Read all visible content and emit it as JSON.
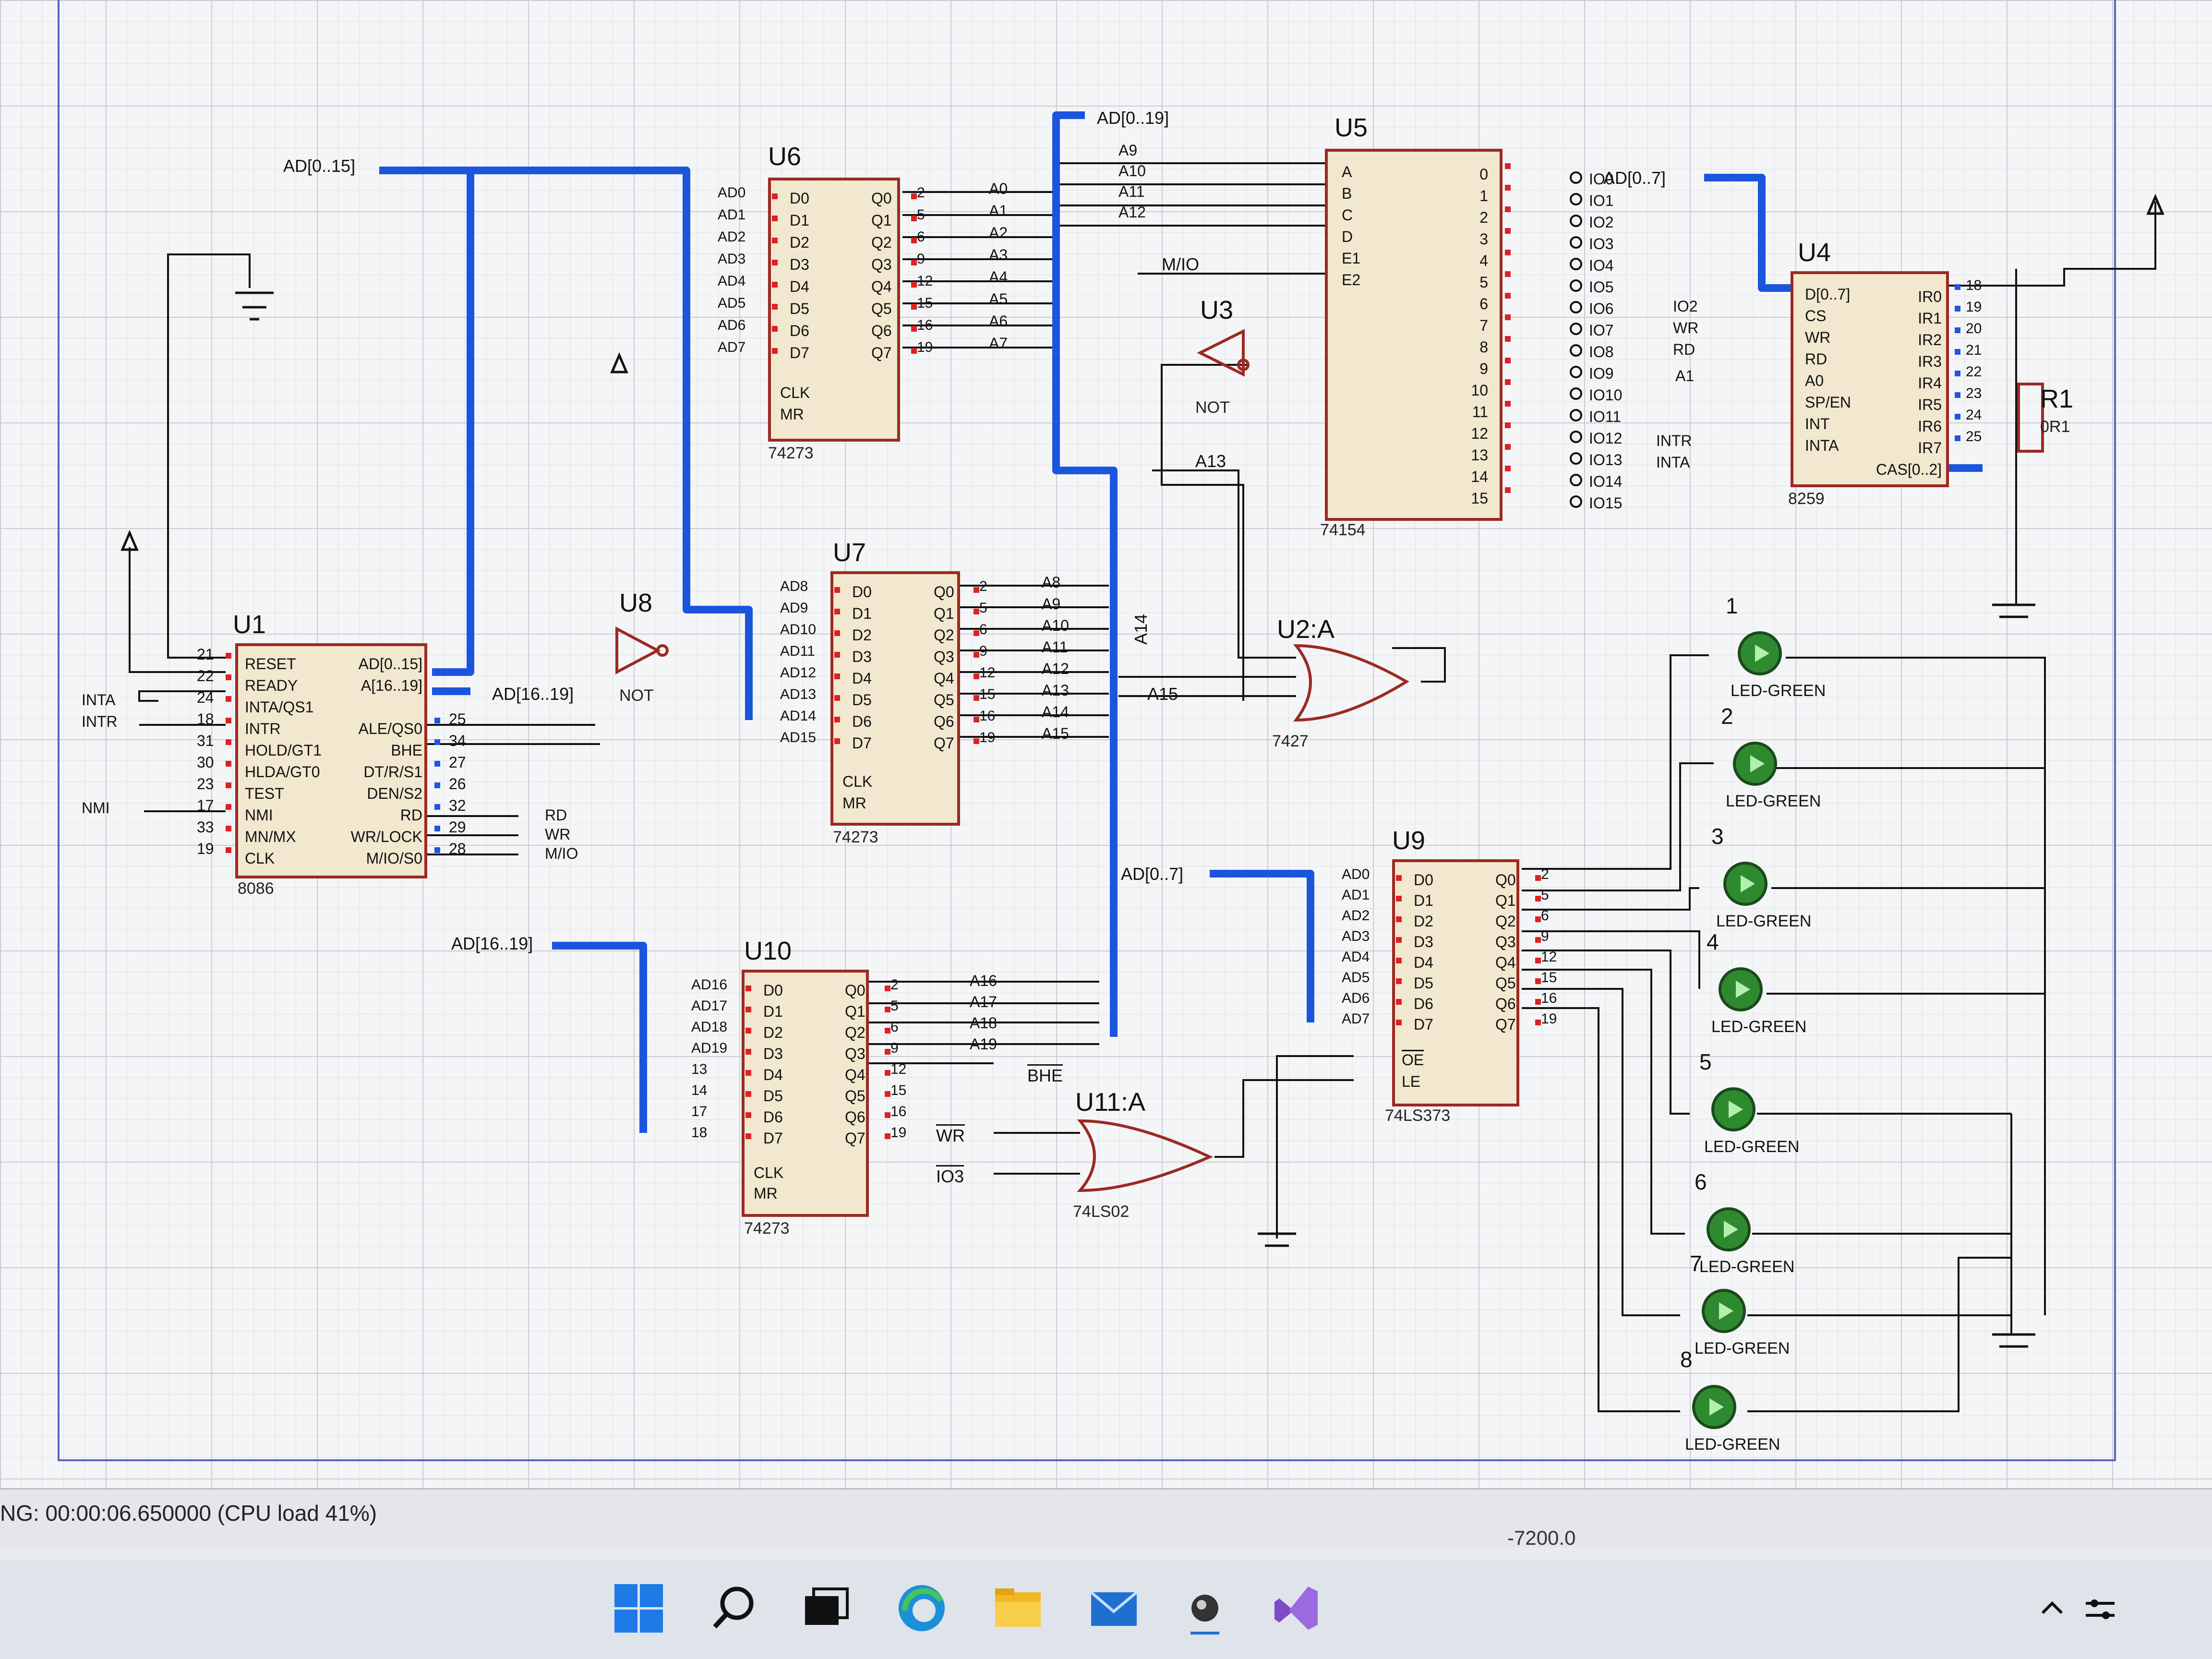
{
  "status": {
    "sim_text": "NG: 00:00:06.650000 (CPU load 41%)",
    "coord": "-7200.0"
  },
  "netlabels": {
    "ad0_15": "AD[0..15]",
    "ad0_19": "AD[0..19]",
    "ad0_7_left": "AD[0..7]",
    "ad0_7_right": "AD[0..7]",
    "ad16_19_u1": "AD[16..19]",
    "ad16_19_u10": "AD[16..19]",
    "mio": "M/IO",
    "a13": "A13",
    "a14": "A14",
    "a15": "A15",
    "bhe": "BHE",
    "wr_u11": "WR",
    "io3": "IO3"
  },
  "u1": {
    "ref": "U1",
    "part": "8086",
    "left_pins": [
      "RESET",
      "READY",
      "INTA/QS1",
      "INTR",
      "HOLD/GT1",
      "HLDA/GT0",
      "TEST",
      "NMI",
      "MN/MX",
      "CLK"
    ],
    "left_nums": [
      "21",
      "22",
      "24",
      "18",
      "31",
      "30",
      "23",
      "17",
      "33",
      "19"
    ],
    "right_pins": [
      "AD[0..15]",
      "A[16..19]",
      "",
      "ALE/QS0",
      "BHE",
      "DT/R/S1",
      "DEN/S2",
      "RD",
      "WR/LOCK",
      "M/IO/S0"
    ],
    "right_nums": [
      "",
      "",
      "",
      "25",
      "34",
      "27",
      "26",
      "32",
      "29",
      "28"
    ],
    "ports": [
      "INTA",
      "INTR",
      "NMI"
    ],
    "outs": [
      "RD",
      "WR",
      "M/IO"
    ]
  },
  "u6": {
    "ref": "U6",
    "part": "74273",
    "in": [
      "AD0",
      "AD1",
      "AD2",
      "AD3",
      "AD4",
      "AD5",
      "AD6",
      "AD7"
    ],
    "d": [
      "D0",
      "D1",
      "D2",
      "D3",
      "D4",
      "D5",
      "D6",
      "D7"
    ],
    "q": [
      "Q0",
      "Q1",
      "Q2",
      "Q3",
      "Q4",
      "Q5",
      "Q6",
      "Q7"
    ],
    "qn": [
      "2",
      "5",
      "6",
      "9",
      "12",
      "15",
      "16",
      "19"
    ],
    "out": [
      "A0",
      "A1",
      "A2",
      "A3",
      "A4",
      "A5",
      "A6",
      "A7"
    ],
    "clk": "CLK",
    "mr": "MR"
  },
  "u7": {
    "ref": "U7",
    "part": "74273",
    "in": [
      "AD8",
      "AD9",
      "AD10",
      "AD11",
      "AD12",
      "AD13",
      "AD14",
      "AD15"
    ],
    "d": [
      "D0",
      "D1",
      "D2",
      "D3",
      "D4",
      "D5",
      "D6",
      "D7"
    ],
    "q": [
      "Q0",
      "Q1",
      "Q2",
      "Q3",
      "Q4",
      "Q5",
      "Q6",
      "Q7"
    ],
    "qn": [
      "2",
      "5",
      "6",
      "9",
      "12",
      "15",
      "16",
      "19"
    ],
    "out": [
      "A8",
      "A9",
      "A10",
      "A11",
      "A12",
      "A13",
      "A14",
      "A15"
    ],
    "clk": "CLK",
    "mr": "MR"
  },
  "u10": {
    "ref": "U10",
    "part": "74273",
    "in": [
      "AD16",
      "AD17",
      "AD18",
      "AD19",
      "13",
      "14",
      "17",
      "18"
    ],
    "d": [
      "D0",
      "D1",
      "D2",
      "D3",
      "D4",
      "D5",
      "D6",
      "D7"
    ],
    "q": [
      "Q0",
      "Q1",
      "Q2",
      "Q3",
      "Q4",
      "Q5",
      "Q6",
      "Q7"
    ],
    "qn": [
      "2",
      "5",
      "6",
      "9",
      "12",
      "15",
      "16",
      "19"
    ],
    "out": [
      "A16",
      "A17",
      "A18",
      "A19"
    ],
    "clk": "CLK",
    "mr": "MR"
  },
  "u9": {
    "ref": "U9",
    "part": "74LS373",
    "in": [
      "AD0",
      "AD1",
      "AD2",
      "AD3",
      "AD4",
      "AD5",
      "AD6",
      "AD7"
    ],
    "d": [
      "D0",
      "D1",
      "D2",
      "D3",
      "D4",
      "D5",
      "D6",
      "D7"
    ],
    "q": [
      "Q0",
      "Q1",
      "Q2",
      "Q3",
      "Q4",
      "Q5",
      "Q6",
      "Q7"
    ],
    "qn": [
      "2",
      "5",
      "6",
      "9",
      "12",
      "15",
      "16",
      "19"
    ],
    "oe": "OE",
    "le": "LE"
  },
  "u5": {
    "ref": "U5",
    "part": "74154",
    "in": [
      "A",
      "B",
      "C",
      "D",
      "E1",
      "E2"
    ],
    "addr": [
      "A9",
      "A10",
      "A11",
      "A12"
    ],
    "nums": [
      "0",
      "1",
      "2",
      "3",
      "4",
      "5",
      "6",
      "7",
      "8",
      "9",
      "10",
      "11",
      "12",
      "13",
      "14",
      "15"
    ],
    "io": [
      "IO0",
      "IO1",
      "IO2",
      "IO3",
      "IO4",
      "IO5",
      "IO6",
      "IO7",
      "IO8",
      "IO9",
      "IO10",
      "IO11",
      "IO12",
      "IO13",
      "IO14",
      "IO15"
    ]
  },
  "u4": {
    "ref": "U4",
    "part": "8259",
    "left": [
      "D[0..7]",
      "CS",
      "WR",
      "RD",
      "A0",
      "SP/EN",
      "INT",
      "INTA"
    ],
    "right": [
      "IR0",
      "IR1",
      "IR2",
      "IR3",
      "IR4",
      "IR5",
      "IR6",
      "IR7",
      "CAS[0..2]"
    ],
    "ports": [
      "IO2",
      "WR",
      "RD",
      "A1",
      "INTR",
      "INTA"
    ],
    "irnums": [
      "18",
      "19",
      "20",
      "21",
      "22",
      "23",
      "24",
      "25"
    ]
  },
  "u8": {
    "ref": "U8",
    "part": "NOT"
  },
  "u3": {
    "ref": "U3",
    "part": "NOT"
  },
  "u2": {
    "ref": "U2:A",
    "part": "7427"
  },
  "u11": {
    "ref": "U11:A",
    "part": "74LS02"
  },
  "r1": {
    "ref": "R1",
    "value": "0R1"
  },
  "leds": [
    {
      "num": "1",
      "label": "LED-GREEN"
    },
    {
      "num": "2",
      "label": "LED-GREEN"
    },
    {
      "num": "3",
      "label": "LED-GREEN"
    },
    {
      "num": "4",
      "label": "LED-GREEN"
    },
    {
      "num": "5",
      "label": "LED-GREEN"
    },
    {
      "num": "6",
      "label": "LED-GREEN"
    },
    {
      "num": "7",
      "label": "LED-GREEN"
    },
    {
      "num": "8",
      "label": "LED-GREEN"
    }
  ],
  "taskbar": {
    "icons": [
      "start-icon",
      "search-icon",
      "task-view-icon",
      "edge-icon",
      "file-explorer-icon",
      "mail-icon",
      "proteus-icon",
      "visual-studio-icon"
    ]
  }
}
